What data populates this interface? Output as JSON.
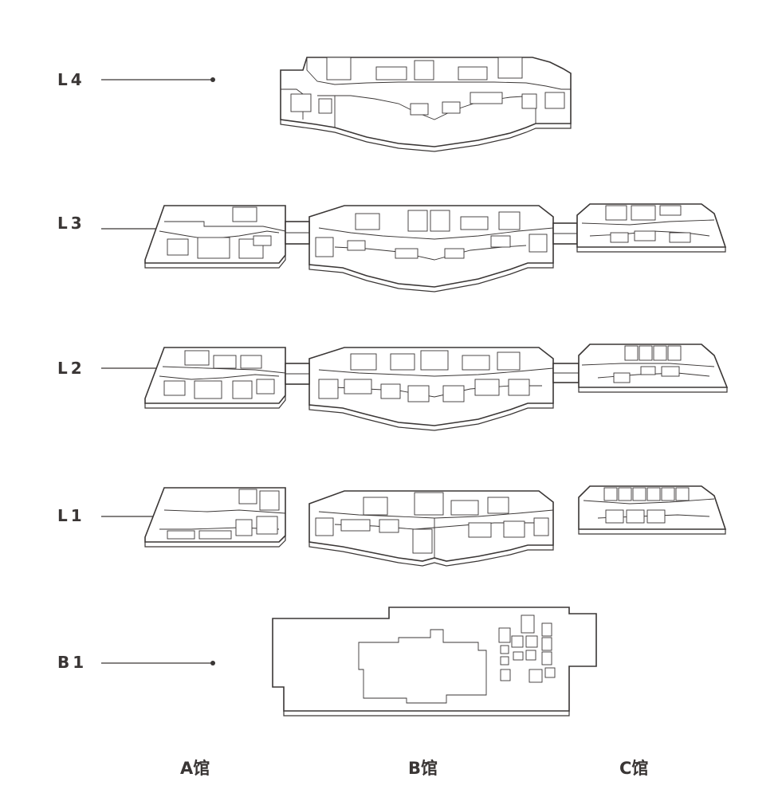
{
  "floors": [
    {
      "id": "L4",
      "label": "L4"
    },
    {
      "id": "L3",
      "label": "L3"
    },
    {
      "id": "L2",
      "label": "L2"
    },
    {
      "id": "L1",
      "label": "L1"
    },
    {
      "id": "B1",
      "label": "B1"
    }
  ],
  "halls": [
    {
      "id": "A",
      "label": "A馆"
    },
    {
      "id": "B",
      "label": "B馆"
    },
    {
      "id": "C",
      "label": "C馆"
    }
  ],
  "colors": {
    "line": "#3a3635",
    "background": "#ffffff"
  }
}
